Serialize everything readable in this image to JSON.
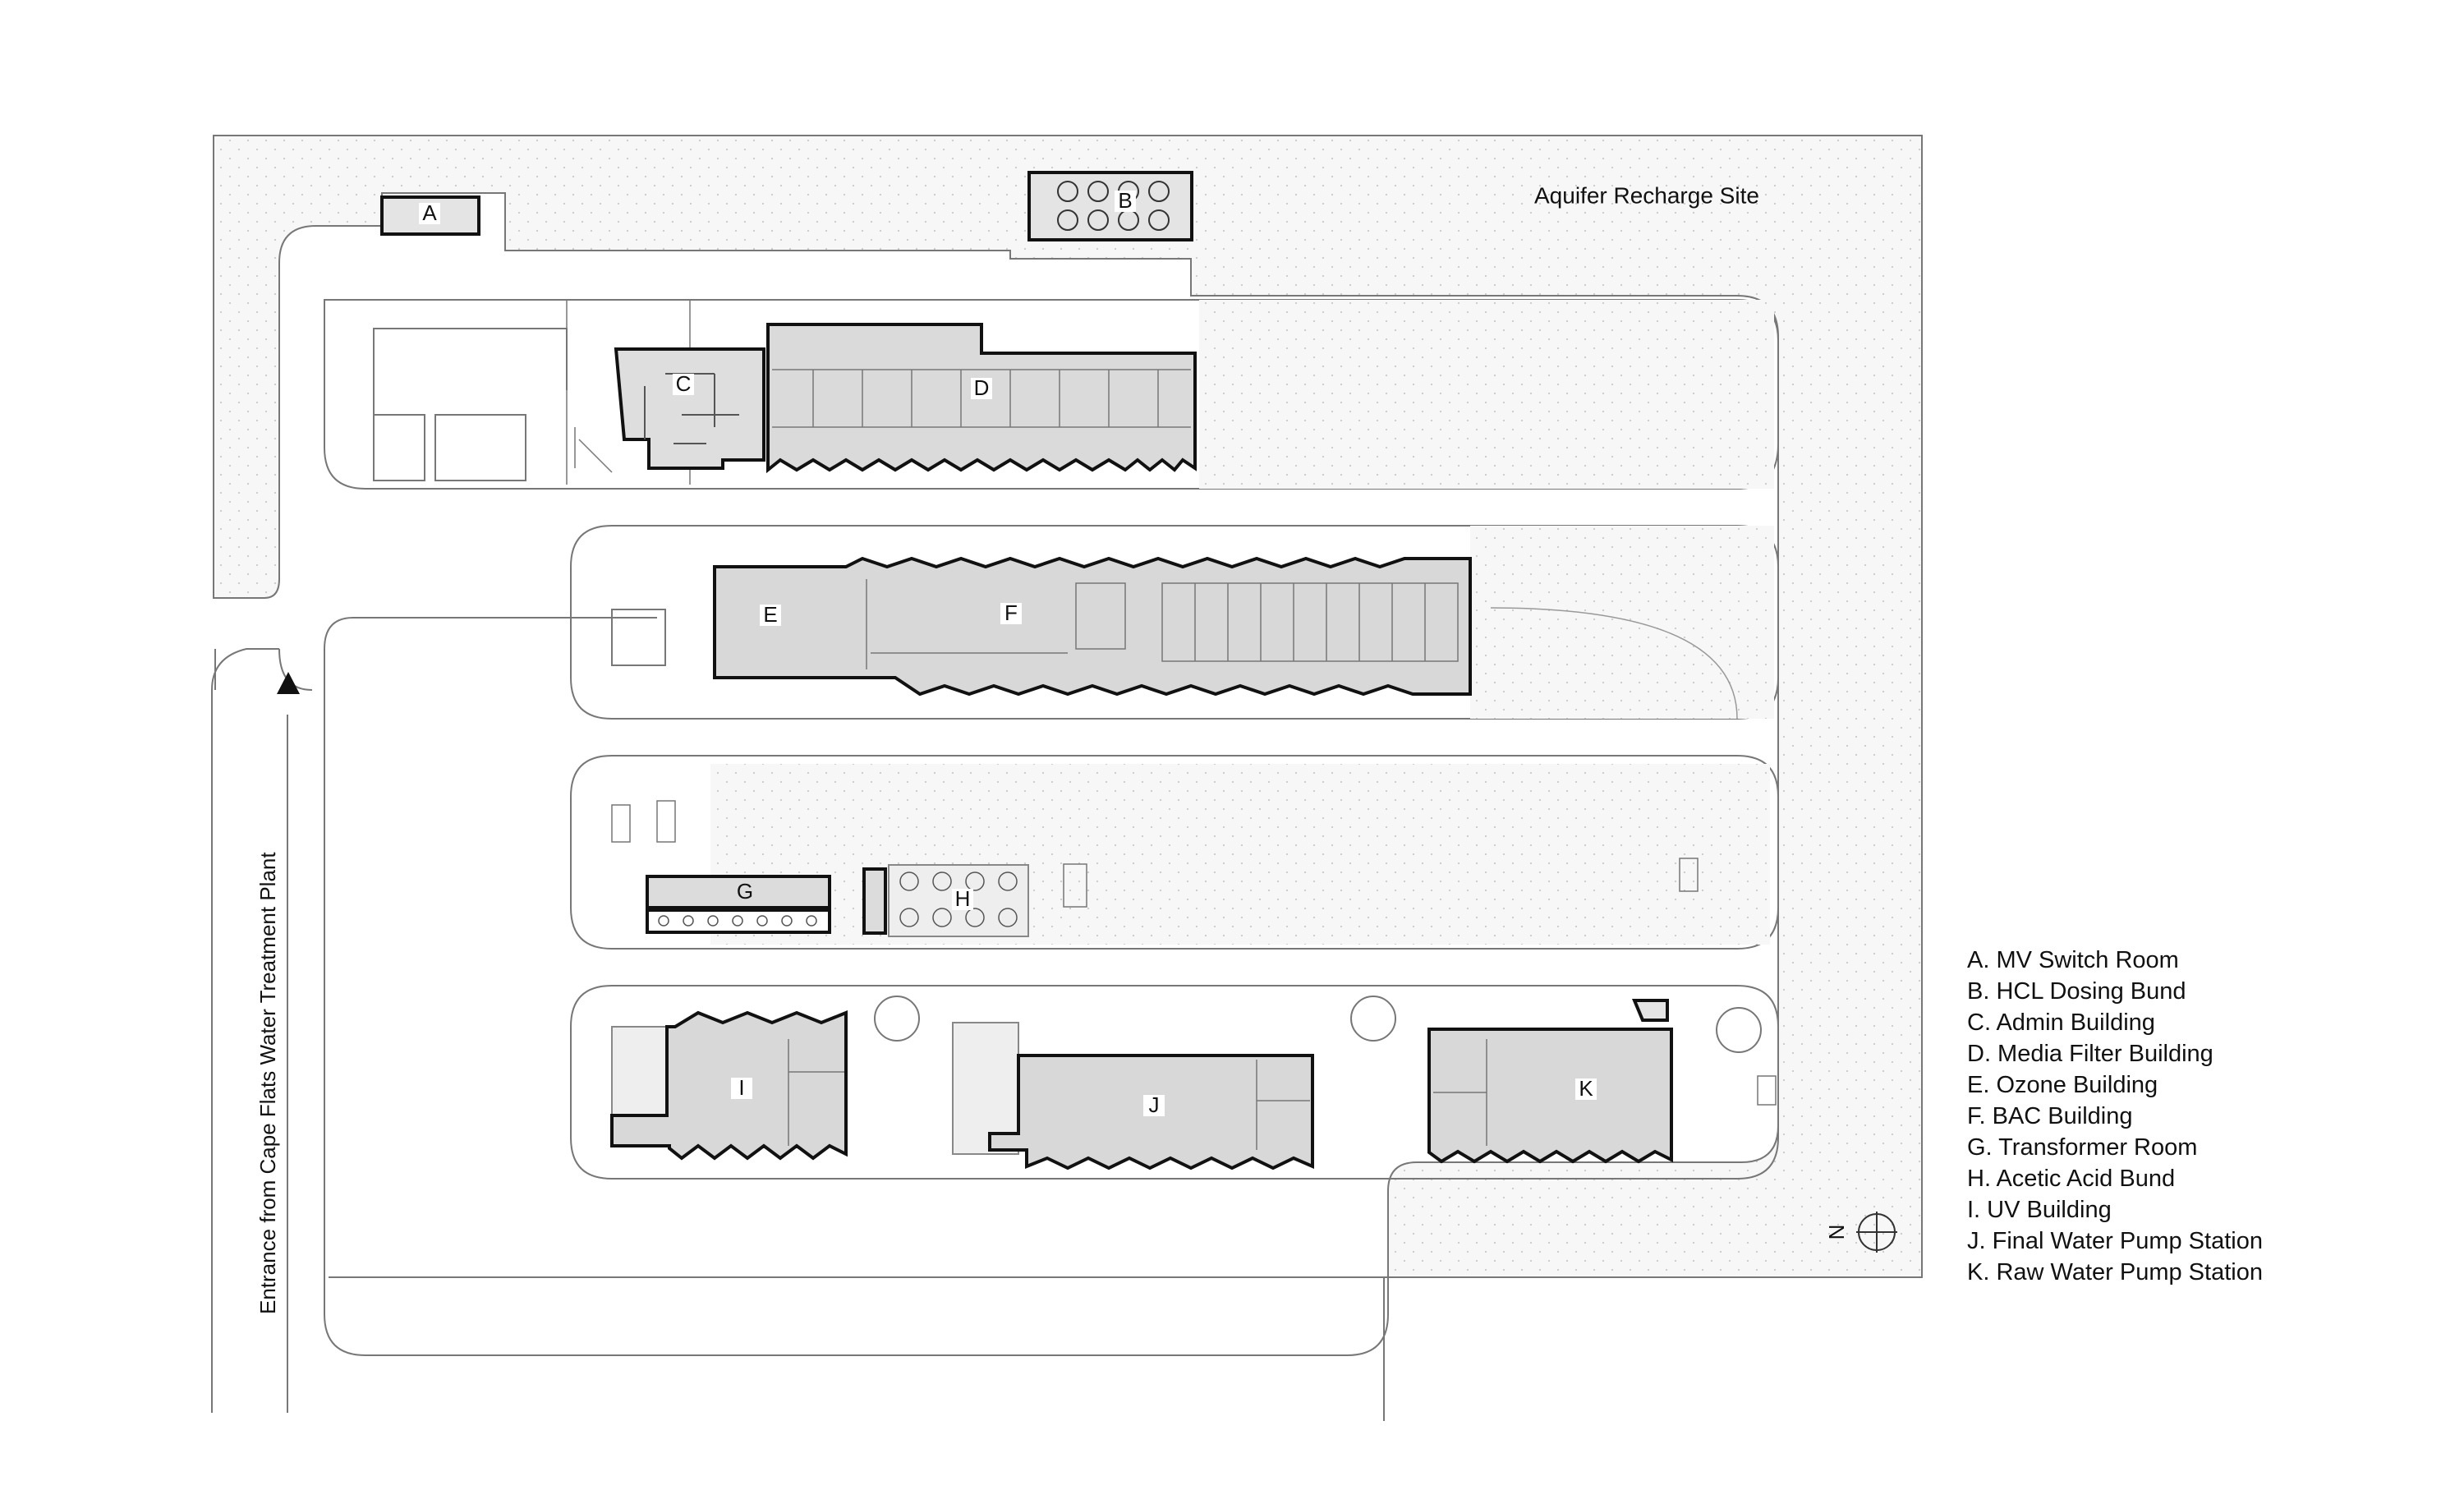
{
  "site_label": "Aquifer Recharge Site",
  "entrance_label": "Entrance from Cape Flats Water Treatment Plant",
  "north_label": "N",
  "buildings": {
    "A": "A",
    "B": "B",
    "C": "C",
    "D": "D",
    "E": "E",
    "F": "F",
    "G": "G",
    "H": "H",
    "I": "I",
    "J": "J",
    "K": "K"
  },
  "legend": [
    "A. MV Switch Room",
    "B. HCL Dosing Bund",
    "C. Admin Building",
    "D. Media Filter Building",
    "E. Ozone Building",
    "F. BAC Building",
    "G. Transformer Room",
    "H. Acetic Acid Bund",
    "I. UV Building",
    "J. Final Water Pump Station",
    "K. Raw Water Pump Station"
  ],
  "colors": {
    "building_fill": "#d8d8d8",
    "landscape_fill": "#f6f6f6",
    "line": "#111111"
  }
}
